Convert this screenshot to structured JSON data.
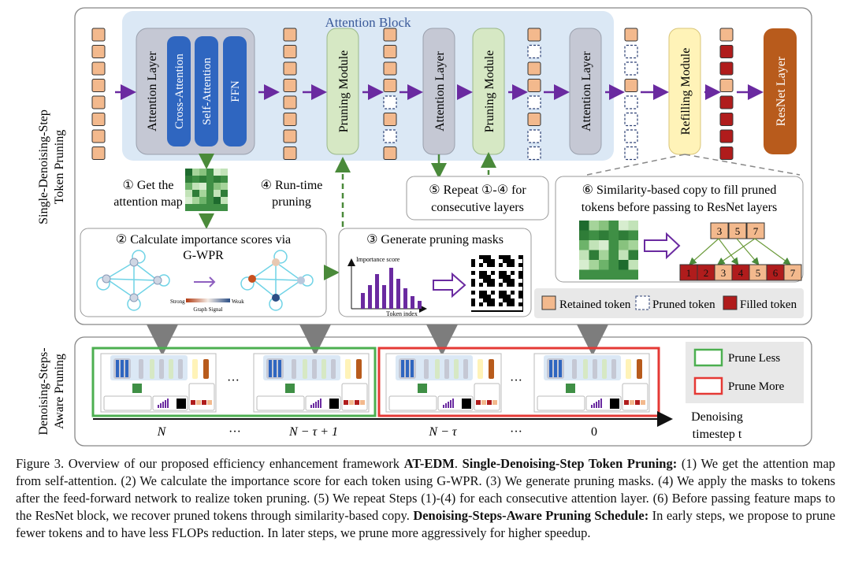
{
  "figure": {
    "side_label_top": [
      "Single-Denoising-Step",
      "Token Pruning"
    ],
    "side_label_bottom": [
      "Denoising-Steps-",
      "Aware Pruning"
    ],
    "attention_block_title": "Attention Block",
    "attention_layer": "Attention Layer",
    "cross_attention": "Cross-Attention",
    "self_attention": "Self-Attention",
    "ffn": "FFN",
    "pruning_module": "Pruning Module",
    "refilling_module": "Refilling Module",
    "resnet_layer": "ResNet Layer",
    "step1": [
      "① Get the",
      "attention map"
    ],
    "step4": [
      "④ Run-time",
      "pruning"
    ],
    "step5": [
      "⑤ Repeat ①-④ for",
      "consecutive layers"
    ],
    "step6": [
      "⑥ Similarity-based copy to fill pruned",
      "tokens before passing to ResNet layers"
    ],
    "step2": [
      "② Calculate importance scores via",
      "G-WPR"
    ],
    "step3": "③ Generate pruning masks",
    "graph_signal_strong": "Strong",
    "graph_signal_weak": "Weak",
    "graph_signal_label": "Graph Signal",
    "importance_score": "Importance score",
    "token_index": "Token index",
    "copy_top_tokens": [
      "3",
      "5",
      "7"
    ],
    "copy_bottom_tokens": [
      "1",
      "2",
      "3",
      "4",
      "5",
      "6",
      "7"
    ],
    "legend": {
      "retained": "Retained token",
      "pruned": "Pruned token",
      "filled": "Filled token",
      "prune_less": "Prune Less",
      "prune_more": "Prune More"
    },
    "timeline": {
      "ticks": [
        "N",
        "···",
        "N − τ + 1",
        "N − τ",
        "···",
        "0"
      ],
      "label": [
        "Denoising",
        "timestep t"
      ],
      "ellipsis": "···"
    }
  },
  "caption": {
    "figure_label": "Figure 3.",
    "intro": "Overview of our proposed efficiency enhancement framework",
    "framework_name": "AT-EDM",
    "part1_title": "Single-Denoising-Step Token Pruning:",
    "part1_text": "(1) We get the attention map from self-attention. (2) We calculate the importance score for each token using G-WPR. (3) We generate pruning masks. (4) We apply the masks to tokens after the feed-forward network to realize token pruning. (5) We repeat Steps (1)-(4) for each consecutive attention layer. (6) Before passing feature maps to the ResNet block, we recover pruned tokens through similarity-based copy.",
    "part2_title": "Denoising-Steps-Aware Pruning Schedule:",
    "part2_text": "In early steps, we propose to prune fewer tokens and to have less FLOPs reduction. In later steps, we prune more aggressively for higher speedup."
  },
  "colors": {
    "attention_block_bg": "#dbe8f5",
    "attention_layer": "#c5c8d4",
    "inner_blue": "#2f66c0",
    "pruning_module": "#d6e8c4",
    "refilling_module": "#fff3b8",
    "resnet_layer": "#b85b1c",
    "retained_token": "#f3b98d",
    "filled_token": "#b01c1c",
    "arrow_purple": "#6a2aa0",
    "prune_less_green": "#4caf50",
    "prune_more_red": "#e53935"
  }
}
